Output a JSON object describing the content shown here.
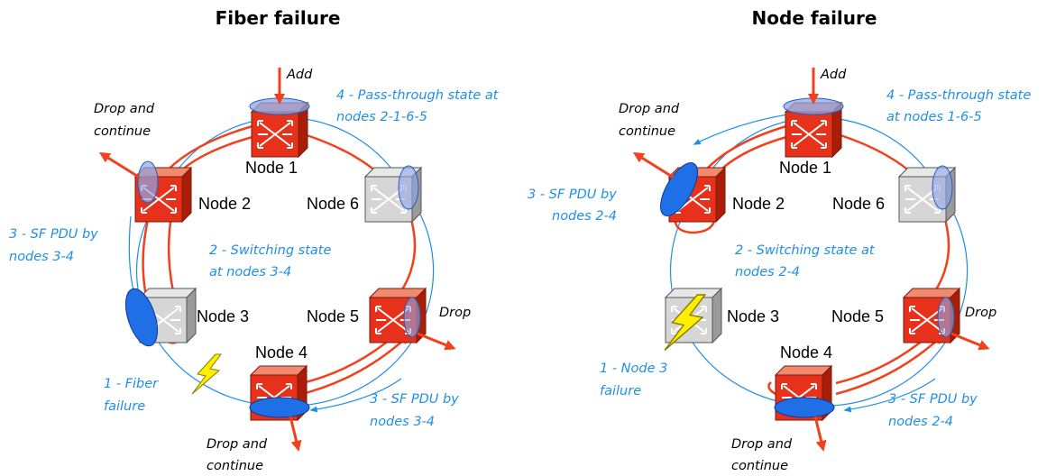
{
  "colors": {
    "accent_blue": "#1f8fe6",
    "traffic_red": "#f0401c",
    "node_red": "#e8311a",
    "failed_node_grey": "#cccccc",
    "bolt_yellow": "#ffee00"
  },
  "left": {
    "title": "Fiber failure",
    "nodes": [
      "Node 1",
      "Node 2",
      "Node 3",
      "Node 4",
      "Node 5",
      "Node 6"
    ],
    "add": "Add",
    "drop": "Drop",
    "drop_continue_top": [
      "Drop and",
      "continue"
    ],
    "drop_continue_bottom": [
      "Drop and",
      "continue"
    ],
    "note_pass": [
      "4 - Pass-through state at",
      "nodes 2-1-6-5"
    ],
    "note_switch": [
      "2 - Switching state",
      "at nodes 3-4"
    ],
    "note_sf_left": [
      "3 - SF PDU by",
      "nodes 3-4"
    ],
    "note_sf_right": [
      "3 - SF PDU by",
      "nodes 3-4"
    ],
    "note_failure": [
      "1 - Fiber",
      "failure"
    ]
  },
  "right": {
    "title": "Node failure",
    "nodes": [
      "Node 1",
      "Node 2",
      "Node 3",
      "Node 4",
      "Node 5",
      "Node 6"
    ],
    "add": "Add",
    "drop": "Drop",
    "drop_continue_top": [
      "Drop and",
      "continue"
    ],
    "drop_continue_bottom": [
      "Drop and",
      "continue"
    ],
    "note_pass": [
      "4 - Pass-through state",
      "at nodes 1-6-5"
    ],
    "note_switch": [
      "2 - Switching state at",
      "nodes 2-4"
    ],
    "note_sf_left": [
      "3 - SF PDU by",
      "nodes 2-4"
    ],
    "note_sf_right": [
      "3 - SF PDU by",
      "nodes 2-4"
    ],
    "note_failure": [
      "1 - Node 3",
      "failure"
    ]
  }
}
